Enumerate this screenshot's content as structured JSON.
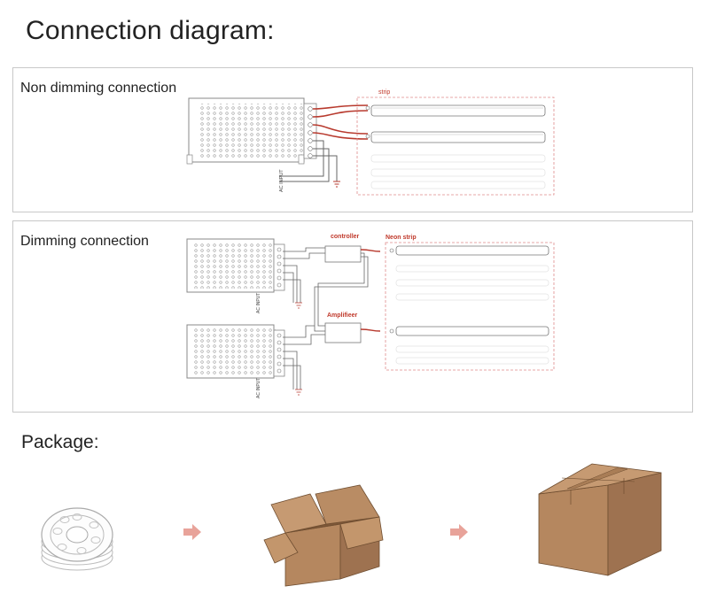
{
  "page": {
    "title": "Connection diagram:"
  },
  "non_dimming": {
    "label": "Non dimming connection",
    "strip_label": "strip",
    "ac_input": "AC INPUT"
  },
  "dimming": {
    "label": "Dimming connection",
    "controller_label": "controller",
    "amplifier_label": "Amplifieer",
    "neon_strip_label": "Neon strip",
    "ac_input": "AC INPUT"
  },
  "package": {
    "title": "Package:",
    "steps": [
      "neon-reel",
      "open-box",
      "sealed-box"
    ]
  },
  "colors": {
    "wire_red": "#b83a2e",
    "label_red": "#c0392b",
    "dashed_outline": "#e08a8a",
    "arrow": "#e8a39a",
    "cardboard": "#b58a64"
  }
}
